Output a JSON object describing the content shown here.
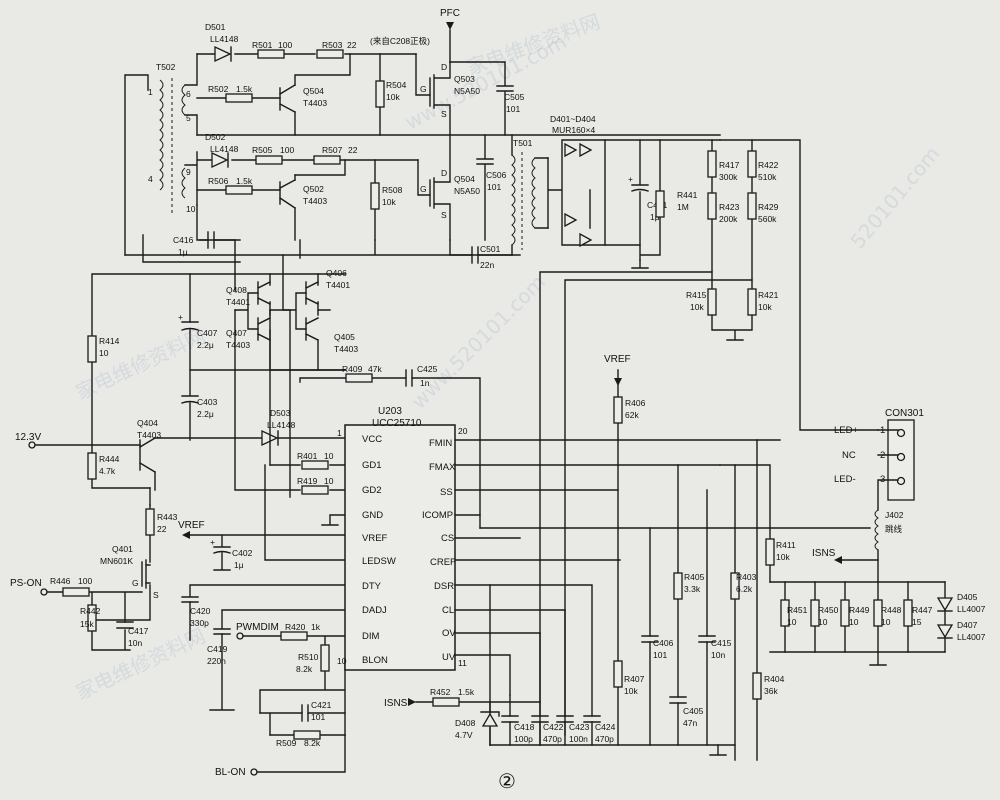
{
  "nets": {
    "pfc": "PFC",
    "v12": "12.3V",
    "vref_a": "VREF",
    "vref_b": "VREF",
    "ps_on": "PS-ON",
    "pwmdim": "PWMDIM",
    "isns_a": "ISNS",
    "isns_b": "ISNS",
    "bl_on": "BL-ON"
  },
  "notes": {
    "from_c208": "(来自C208正极)",
    "figure_no": "②"
  },
  "watermarks": [
    "家电维修资料网",
    "www.520101.com",
    "520101.com",
    "家电维修资料网",
    "www.520101.com",
    "家电维修资料网"
  ],
  "parts": {
    "D501": {
      "ref": "D501",
      "val": "LL4148"
    },
    "R501": {
      "ref": "R501",
      "val": "100"
    },
    "R503": {
      "ref": "R503",
      "val": "22"
    },
    "R502": {
      "ref": "R502",
      "val": "1.5k"
    },
    "Q504a": {
      "ref": "Q504",
      "val": "T4403"
    },
    "R504": {
      "ref": "R504",
      "val": "10k"
    },
    "Q503": {
      "ref": "Q503",
      "val": "N5A50"
    },
    "C505": {
      "ref": "C505",
      "val": "101"
    },
    "T502": {
      "ref": "T502"
    },
    "D502": {
      "ref": "D502",
      "val": "LL4148"
    },
    "R505": {
      "ref": "R505",
      "val": "100"
    },
    "R507": {
      "ref": "R507",
      "val": "22"
    },
    "R506": {
      "ref": "R506",
      "val": "1.5k"
    },
    "Q502": {
      "ref": "Q502",
      "val": "T4403"
    },
    "R508": {
      "ref": "R508",
      "val": "10k"
    },
    "Q504b": {
      "ref": "Q504",
      "val": "N5A50"
    },
    "C506": {
      "ref": "C506",
      "val": "101"
    },
    "T501": {
      "ref": "T501"
    },
    "C501": {
      "ref": "C501",
      "val": "22n"
    },
    "D401": {
      "ref": "D401~D404",
      "val": "MUR160×4"
    },
    "C401": {
      "ref": "C401",
      "val": "1μ"
    },
    "R441": {
      "ref": "R441",
      "val": "1M"
    },
    "R417": {
      "ref": "R417",
      "val": "300k"
    },
    "R422": {
      "ref": "R422",
      "val": "510k"
    },
    "R423": {
      "ref": "R423",
      "val": "200k"
    },
    "R429": {
      "ref": "R429",
      "val": "560k"
    },
    "R415": {
      "ref": "R415",
      "val": "10k"
    },
    "R421": {
      "ref": "R421",
      "val": "10k"
    },
    "C416": {
      "ref": "C416",
      "val": "1μ"
    },
    "Q408": {
      "ref": "Q408",
      "val": "T4401"
    },
    "Q406": {
      "ref": "Q406",
      "val": "T4401"
    },
    "Q407": {
      "ref": "Q407",
      "val": "T4403"
    },
    "Q405": {
      "ref": "Q405",
      "val": "T4403"
    },
    "C407": {
      "ref": "C407",
      "val": "2.2μ"
    },
    "C403": {
      "ref": "C403",
      "val": "2.2μ"
    },
    "R414": {
      "ref": "R414",
      "val": "10"
    },
    "R409": {
      "ref": "R409",
      "val": "47k"
    },
    "C425": {
      "ref": "C425",
      "val": "1n"
    },
    "D503": {
      "ref": "D503",
      "val": "LL4148"
    },
    "Q404": {
      "ref": "Q404",
      "val": "T4403"
    },
    "R444": {
      "ref": "R444",
      "val": "4.7k"
    },
    "R443": {
      "ref": "R443",
      "val": "22"
    },
    "Q401": {
      "ref": "Q401",
      "val": "MN601K"
    },
    "R446": {
      "ref": "R446",
      "val": "100"
    },
    "R442": {
      "ref": "R442",
      "val": "15k"
    },
    "C417": {
      "ref": "C417",
      "val": "10n"
    },
    "C402": {
      "ref": "C402",
      "val": "1μ"
    },
    "R401": {
      "ref": "R401",
      "val": "10"
    },
    "R419": {
      "ref": "R419",
      "val": "10"
    },
    "C420": {
      "ref": "C420",
      "val": "330p"
    },
    "C419": {
      "ref": "C419",
      "val": "220n"
    },
    "R420": {
      "ref": "R420",
      "val": "1k"
    },
    "R510": {
      "ref": "R510",
      "val": "8.2k"
    },
    "C421": {
      "ref": "C421",
      "val": "101"
    },
    "R509": {
      "ref": "R509",
      "val": "8.2k"
    },
    "R406": {
      "ref": "R406",
      "val": "62k"
    },
    "R405": {
      "ref": "R405",
      "val": "3.3k"
    },
    "R403": {
      "ref": "R403",
      "val": "6.2k"
    },
    "C406": {
      "ref": "C406",
      "val": "101"
    },
    "C415": {
      "ref": "C415",
      "val": "10n"
    },
    "R407": {
      "ref": "R407",
      "val": "10k"
    },
    "C405": {
      "ref": "C405",
      "val": "47n"
    },
    "R404": {
      "ref": "R404",
      "val": "36k"
    },
    "R411": {
      "ref": "R411",
      "val": "10k"
    },
    "R452": {
      "ref": "R452",
      "val": "1.5k"
    },
    "D408": {
      "ref": "D408",
      "val": "4.7V"
    },
    "C418": {
      "ref": "C418",
      "val": "100p"
    },
    "C422": {
      "ref": "C422",
      "val": "470p"
    },
    "C423": {
      "ref": "C423",
      "val": "100n"
    },
    "C424": {
      "ref": "C424",
      "val": "470p"
    },
    "R451": {
      "ref": "R451",
      "val": "10"
    },
    "R450": {
      "ref": "R450",
      "val": "10"
    },
    "R449": {
      "ref": "R449",
      "val": "10"
    },
    "R448": {
      "ref": "R448",
      "val": "10"
    },
    "R447": {
      "ref": "R447",
      "val": "15"
    },
    "D405": {
      "ref": "D405",
      "val": "LL4007"
    },
    "D407": {
      "ref": "D407",
      "val": "LL4007"
    },
    "J402": {
      "ref": "J402",
      "val": "跳线"
    }
  },
  "ic": {
    "ref": "U203",
    "part": "UCC25710",
    "left_pins": [
      "VCC",
      "GD1",
      "GD2",
      "GND",
      "VREF",
      "LEDSW",
      "DTY",
      "DADJ",
      "DIM",
      "BLON"
    ],
    "right_pins": [
      "FMIN",
      "FMAX",
      "SS",
      "ICOMP",
      "CS",
      "CREF",
      "DSR",
      "CL",
      "OV",
      "UV"
    ],
    "pin_numbers": [
      "1",
      "20",
      "10",
      "11"
    ]
  },
  "connector": {
    "ref": "CON301",
    "pins": [
      {
        "name": "LED+",
        "num": "1"
      },
      {
        "name": "NC",
        "num": "2"
      },
      {
        "name": "LED-",
        "num": "3"
      }
    ]
  },
  "t502_pins": [
    "1",
    "6",
    "5",
    "4",
    "9",
    "10"
  ]
}
